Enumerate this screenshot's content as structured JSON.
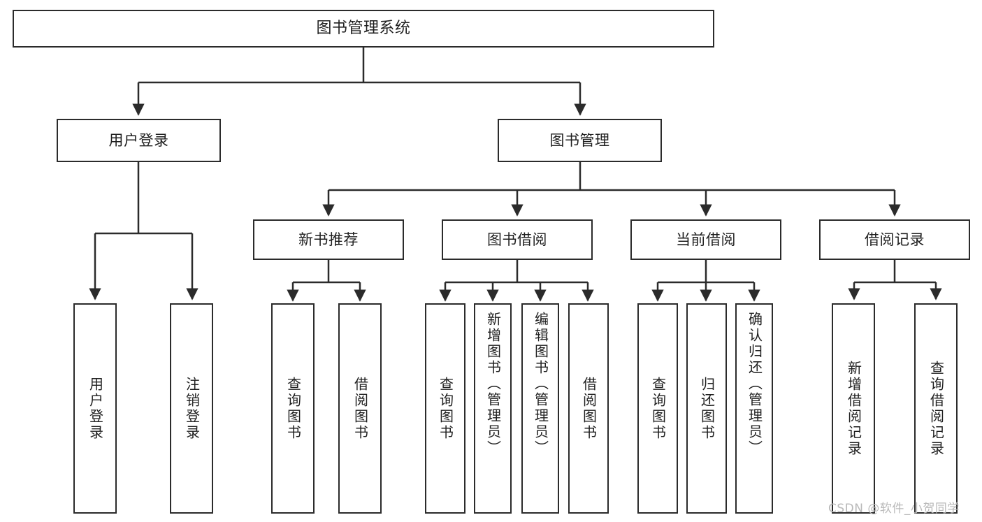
{
  "diagram": {
    "title": "图书管理系统",
    "type": "tree",
    "orientation": "top-down",
    "colors": {
      "box_border": "#2b2b2b",
      "box_fill": "#ffffff",
      "edge": "#2b2b2b",
      "text": "#1f1f1f",
      "watermark": "#b9b9b9"
    },
    "watermark": "CSDN @软件_小贺同学",
    "nodes": {
      "root": {
        "label": "图书管理系统"
      },
      "level2": [
        {
          "id": "user-login",
          "label": "用户登录"
        },
        {
          "id": "book-manage",
          "label": "图书管理"
        }
      ],
      "level3": [
        {
          "id": "new-book-rec",
          "label": "新书推荐"
        },
        {
          "id": "book-borrow",
          "label": "图书借阅"
        },
        {
          "id": "current-borrow",
          "label": "当前借阅"
        },
        {
          "id": "borrow-record",
          "label": "借阅记录"
        }
      ],
      "leaves": {
        "user-login": [
          {
            "id": "leaf-user-login",
            "label": "用户登录"
          },
          {
            "id": "leaf-logout-login",
            "label": "注销登录"
          }
        ],
        "new-book-rec": [
          {
            "id": "leaf-query-book-1",
            "label": "查询图书"
          },
          {
            "id": "leaf-borrow-book-1",
            "label": "借阅图书"
          }
        ],
        "book-borrow": [
          {
            "id": "leaf-query-book-2",
            "label": "查询图书"
          },
          {
            "id": "leaf-add-book",
            "label": "新增图书（管理员）"
          },
          {
            "id": "leaf-edit-book",
            "label": "编辑图书（管理员）"
          },
          {
            "id": "leaf-borrow-book-2",
            "label": "借阅图书"
          }
        ],
        "current-borrow": [
          {
            "id": "leaf-query-book-3",
            "label": "查询图书"
          },
          {
            "id": "leaf-return-book",
            "label": "归还图书"
          },
          {
            "id": "leaf-confirm-return",
            "label": "确认归还（管理员）"
          }
        ],
        "borrow-record": [
          {
            "id": "leaf-add-record",
            "label": "新增借阅记录"
          },
          {
            "id": "leaf-query-record",
            "label": "查询借阅记录"
          }
        ]
      }
    }
  }
}
